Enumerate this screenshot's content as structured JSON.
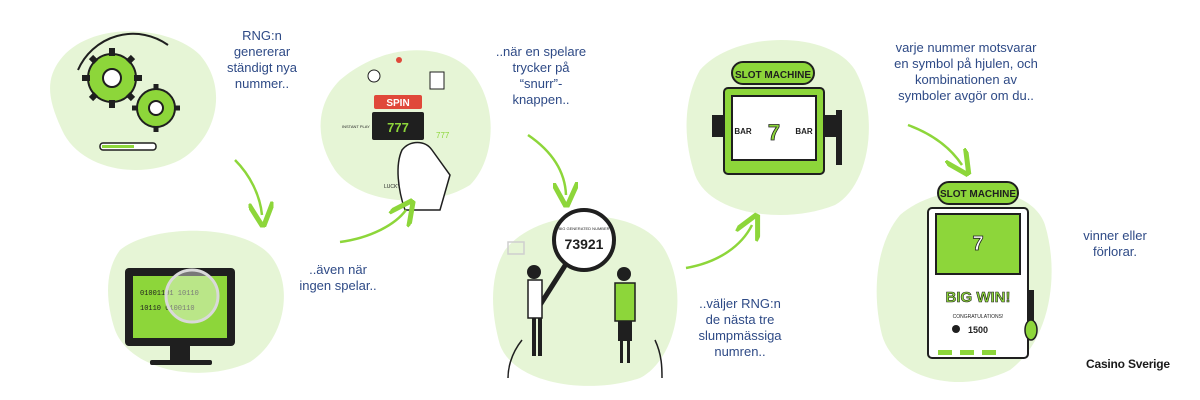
{
  "captions": {
    "c1": "RNG:n\ngenererar\nständigt nya\nnummer..",
    "c2": "..även när\ningen spelar..",
    "c3": "..när en spelare\ntrycker på\n“snurr”-\nknappen..",
    "c4": "..väljer RNG:n\nde nästa tre\nslumpmässiga\nnumren..",
    "c5": "varje nummer motsvarar\nen symbol på hjulen, och\nkombinationen av\nsymboler avgör om du..",
    "c6": "vinner eller\nförlorar."
  },
  "panels": {
    "spin_button": "SPIN",
    "instant_play": "INSTANT PLAY",
    "lucky": "LUCKY",
    "sevens": "777",
    "rng_label": "BIG GENERATED NUMBER",
    "rng_number": "73921",
    "slot_title": "SLOT MACHINE",
    "slot_title_2": "SLOT MACHINE",
    "bar": "BAR",
    "seven": "7",
    "big_win": "BIG WIN!",
    "congrats": "CONGRATULATIONS!",
    "prize": "1500",
    "binary_1": "01001101 10110",
    "binary_2": "10110 0100110"
  },
  "brand": "Casino Sverige",
  "colors": {
    "accent": "#8dd63a",
    "blob": "#e6f5d6",
    "dark": "#1f1f1f",
    "text": "#2e4a86",
    "red": "#e0483a"
  }
}
